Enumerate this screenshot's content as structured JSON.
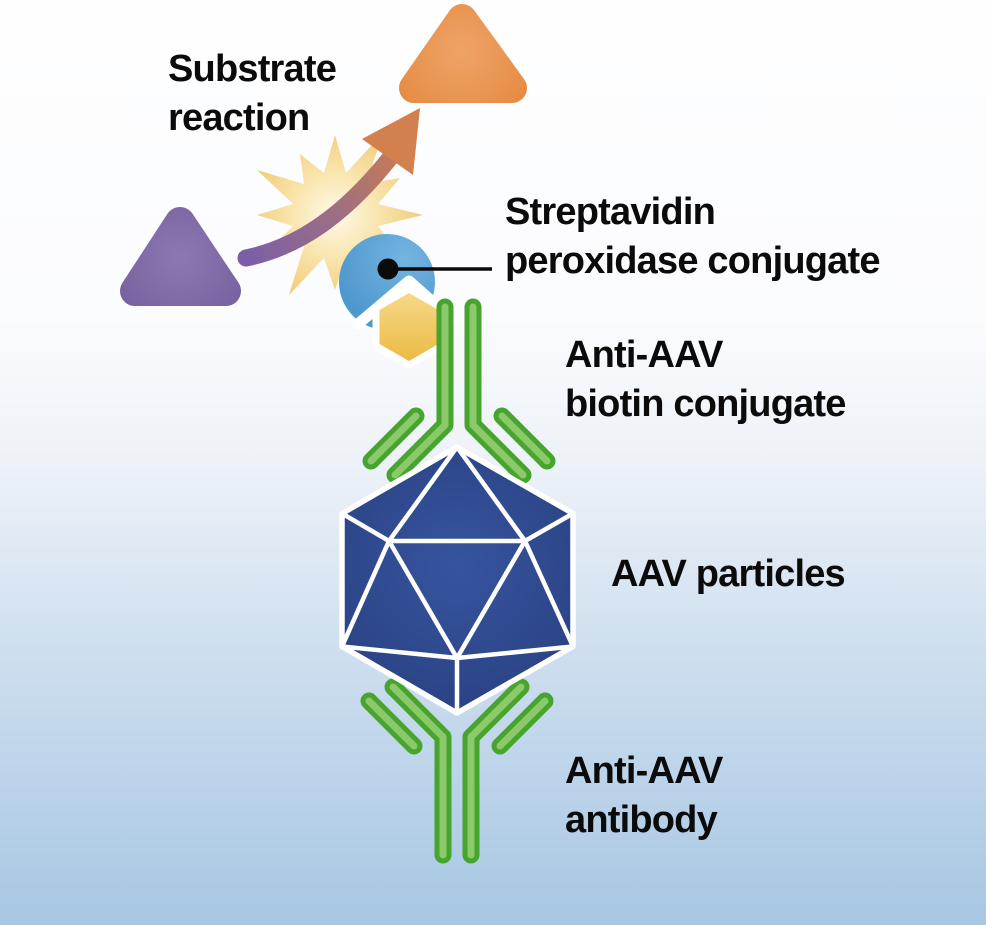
{
  "diagram": {
    "labels": {
      "substrate_reaction": {
        "lines": [
          "Substrate",
          "reaction"
        ]
      },
      "streptavidin_conjugate": {
        "lines": [
          "Streptavidin",
          "peroxidase conjugate"
        ]
      },
      "anti_aav_biotin": {
        "lines": [
          "Anti-AAV",
          "biotin conjugate"
        ]
      },
      "aav_particles": {
        "lines": [
          "AAV particles"
        ]
      },
      "anti_aav_antibody": {
        "lines": [
          "Anti-AAV",
          "antibody"
        ]
      }
    },
    "icons": {
      "substrate_triangle": "rounded-triangle",
      "product_triangle": "rounded-triangle",
      "reaction_burst": "starburst",
      "reaction_arrow": "curved-arrow",
      "streptavidin": "notched-circle",
      "biotin": "hexagon",
      "antibody": "y-antibody",
      "aav_particle": "icosahedron",
      "pointer": "dot-and-line"
    },
    "colors": {
      "background-top": "#FEFEFF",
      "background-bottom": "#A7C7E3",
      "text": "#0B0B0B",
      "substrate-purple": "#75609E",
      "substrate-purple-light": "#8C78B1",
      "product-orange": "#E5893F",
      "product-orange-light": "#EFA368",
      "star-center": "#FEF9EA",
      "star-mid": "#F9E5AE",
      "star-edge": "#F0C76F",
      "arrow-start": "#7B5EA7",
      "arrow-mid": "#9B6F83",
      "arrow-end": "#CC7C4F",
      "arrowhead": "#D2804E",
      "streptavidin-blue": "#4F98CE",
      "streptavidin-blue-light": "#74B4E0",
      "biotin-gold": "#EBB93F",
      "biotin-gold-light": "#F6DA8C",
      "antibody-green": "#46A42F",
      "antibody-green-light": "#8CC96A",
      "capsid-navy": "#2B4283",
      "capsid-navy-light": "#36549F",
      "pointer-black": "#0B0B0B",
      "outline-white": "#FFFFFF"
    }
  }
}
